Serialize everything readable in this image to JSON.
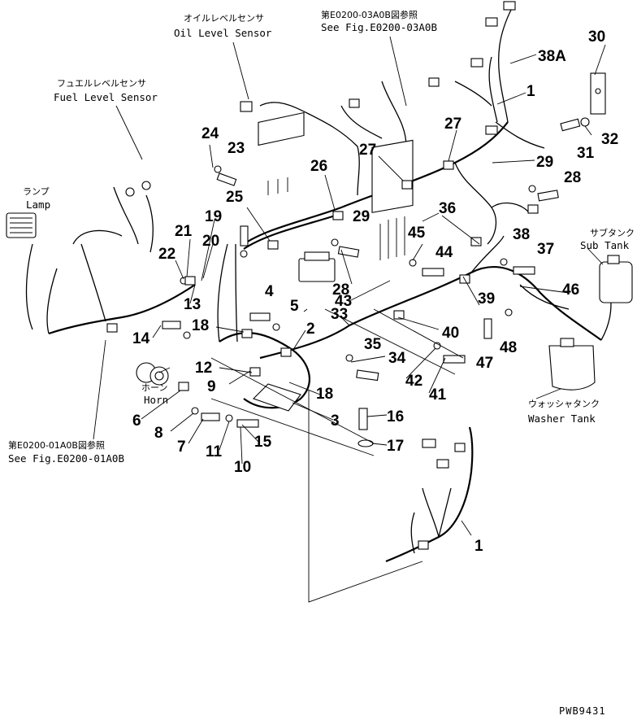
{
  "callouts": [
    {
      "id": "c38A",
      "text": "38A"
    },
    {
      "id": "c30",
      "text": "30"
    },
    {
      "id": "c1a",
      "text": "1"
    },
    {
      "id": "c27a",
      "text": "27"
    },
    {
      "id": "c31",
      "text": "31"
    },
    {
      "id": "c32",
      "text": "32"
    },
    {
      "id": "c29a",
      "text": "29"
    },
    {
      "id": "c28a",
      "text": "28"
    },
    {
      "id": "c24",
      "text": "24"
    },
    {
      "id": "c23",
      "text": "23"
    },
    {
      "id": "c26",
      "text": "26"
    },
    {
      "id": "c27b",
      "text": "27"
    },
    {
      "id": "c25",
      "text": "25"
    },
    {
      "id": "c19",
      "text": "19"
    },
    {
      "id": "c29b",
      "text": "29"
    },
    {
      "id": "c36",
      "text": "36"
    },
    {
      "id": "c21",
      "text": "21"
    },
    {
      "id": "c20",
      "text": "20"
    },
    {
      "id": "c45",
      "text": "45"
    },
    {
      "id": "c44",
      "text": "44"
    },
    {
      "id": "c38b",
      "text": "38"
    },
    {
      "id": "c37",
      "text": "37"
    },
    {
      "id": "c22",
      "text": "22"
    },
    {
      "id": "c28b",
      "text": "28"
    },
    {
      "id": "c4",
      "text": "4"
    },
    {
      "id": "c43",
      "text": "43"
    },
    {
      "id": "c46",
      "text": "46"
    },
    {
      "id": "c13",
      "text": "13"
    },
    {
      "id": "c5",
      "text": "5"
    },
    {
      "id": "c33",
      "text": "33"
    },
    {
      "id": "c39",
      "text": "39"
    },
    {
      "id": "c18a",
      "text": "18"
    },
    {
      "id": "c14",
      "text": "14"
    },
    {
      "id": "c2",
      "text": "2"
    },
    {
      "id": "c40",
      "text": "40"
    },
    {
      "id": "c48",
      "text": "48"
    },
    {
      "id": "c47",
      "text": "47"
    },
    {
      "id": "c35",
      "text": "35"
    },
    {
      "id": "c12",
      "text": "12"
    },
    {
      "id": "c34",
      "text": "34"
    },
    {
      "id": "c9",
      "text": "9"
    },
    {
      "id": "c42",
      "text": "42"
    },
    {
      "id": "c18b",
      "text": "18"
    },
    {
      "id": "c41",
      "text": "41"
    },
    {
      "id": "c6",
      "text": "6"
    },
    {
      "id": "c3",
      "text": "3"
    },
    {
      "id": "c16",
      "text": "16"
    },
    {
      "id": "c8",
      "text": "8"
    },
    {
      "id": "c7",
      "text": "7"
    },
    {
      "id": "c11",
      "text": "11"
    },
    {
      "id": "c15",
      "text": "15"
    },
    {
      "id": "c17",
      "text": "17"
    },
    {
      "id": "c10",
      "text": "10"
    },
    {
      "id": "c1b",
      "text": "1"
    }
  ],
  "captions": {
    "oil_jp": "オイルレベルセンサ",
    "oil_en": "Oil Level Sensor",
    "ref03_jp": "第E0200-03A0B図参照",
    "ref03_en": "See Fig.E0200-03A0B",
    "fuel_jp": "フュエルレベルセンサ",
    "fuel_en": "Fuel Level Sensor",
    "lamp_jp": "ランプ",
    "lamp_en": "Lamp",
    "sub_jp": "サブタンク",
    "sub_en": "Sub Tank",
    "horn_jp": "ホーン",
    "horn_en": "Horn",
    "ref01_jp": "第E0200-01A0B図参照",
    "ref01_en": "See Fig.E0200-01A0B",
    "washer_jp": "ウォッシャタンク",
    "washer_en": "Washer Tank",
    "drawing_code": "PWB9431"
  }
}
